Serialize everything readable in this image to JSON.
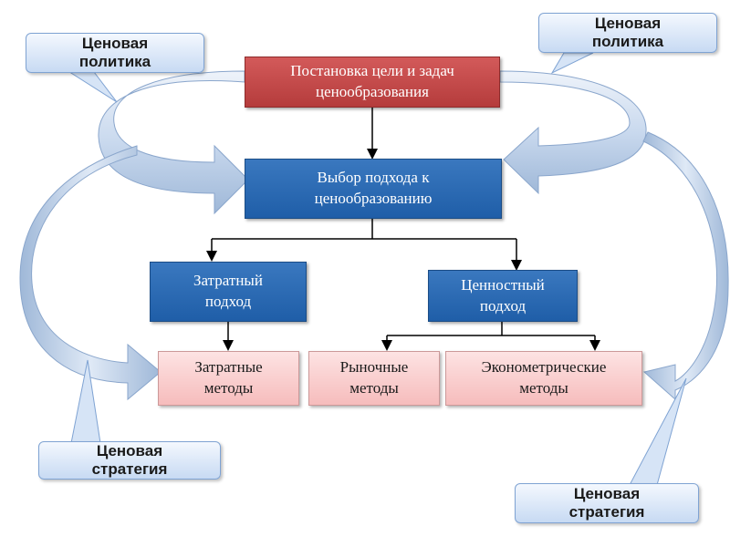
{
  "nodes": {
    "goal_setting": "Постановка цели и задач\nценообразования",
    "approach_choice": "Выбор подхода к\nценообразованию",
    "cost_approach": "Затратный\nподход",
    "value_approach": "Ценностный\nподход",
    "cost_methods": "Затратные\nметоды",
    "market_methods": "Рыночные\nметоды",
    "econometric_methods": "Эконометрические\nметоды"
  },
  "callouts": {
    "policy_left": "Ценовая\nполитика",
    "policy_right": "Ценовая\nполитика",
    "strategy_left": "Ценовая\nстратегия",
    "strategy_right": "Ценовая\nстратегия"
  },
  "colors": {
    "red_box": "#c04848",
    "blue_box": "#2a69b3",
    "pink_box": "#f8cccc",
    "callout_fill": "#dce8f8",
    "swoosh": "#b8cbe4"
  }
}
